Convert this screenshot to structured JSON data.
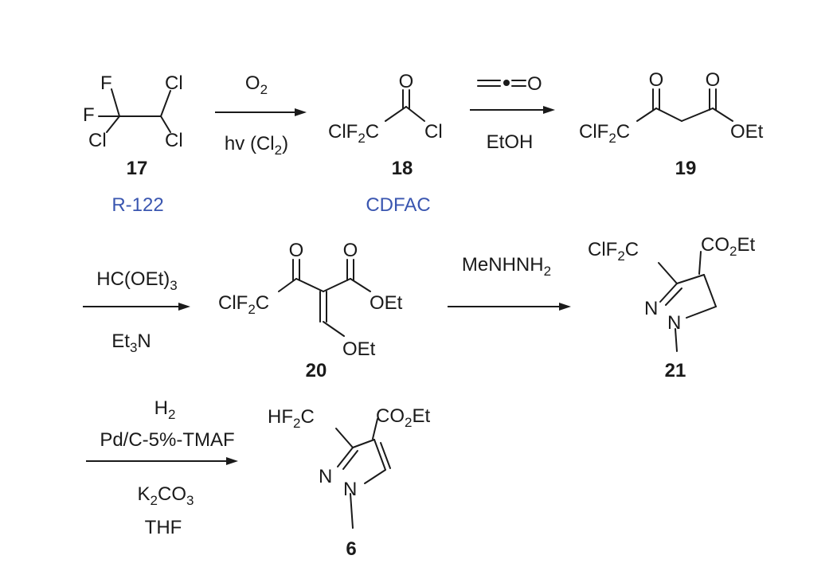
{
  "compounds": {
    "c17": {
      "number": "17",
      "name": "R-122",
      "atoms": {
        "F": "F",
        "Cl": "Cl"
      }
    },
    "c18": {
      "number": "18",
      "name": "CDFAC",
      "group": "ClF",
      "group_sub": "2",
      "group_tail": "C",
      "O": "O",
      "Cl": "Cl"
    },
    "c19": {
      "number": "19",
      "group": "ClF",
      "group_sub": "2",
      "group_tail": "C",
      "O": "O",
      "OEt": "OEt"
    },
    "c20": {
      "number": "20",
      "group": "ClF",
      "group_sub": "2",
      "group_tail": "C",
      "O": "O",
      "OEt": "OEt"
    },
    "c21": {
      "number": "21",
      "group": "ClF",
      "group_sub": "2",
      "group_tail": "C",
      "ester": "CO",
      "ester_sub": "2",
      "ester_tail": "Et",
      "N": "N"
    },
    "c6": {
      "number": "6",
      "group": "HF",
      "group_sub": "2",
      "group_tail": "C",
      "ester": "CO",
      "ester_sub": "2",
      "ester_tail": "Et",
      "N": "N"
    }
  },
  "steps": {
    "s1": {
      "above": "O",
      "above_sub": "2",
      "below": "hv (Cl",
      "below_sub": "2",
      "below_tail": ")"
    },
    "s2": {
      "above_O": "O",
      "below": "EtOH"
    },
    "s3": {
      "above": "HC(OEt)",
      "above_sub": "3",
      "below": "Et",
      "below_sub": "3",
      "below_tail": "N"
    },
    "s4": {
      "above": "MeNHNH",
      "above_sub": "2"
    },
    "s5": {
      "line1": "H",
      "line1_sub": "2",
      "line2": "Pd/C-5%-TMAF",
      "line3": "K",
      "line3_sub1": "2",
      "line3_mid": "CO",
      "line3_sub2": "3",
      "line4": "THF"
    }
  },
  "colors": {
    "text": "#1a1a1a",
    "label": "#3a56b0"
  }
}
